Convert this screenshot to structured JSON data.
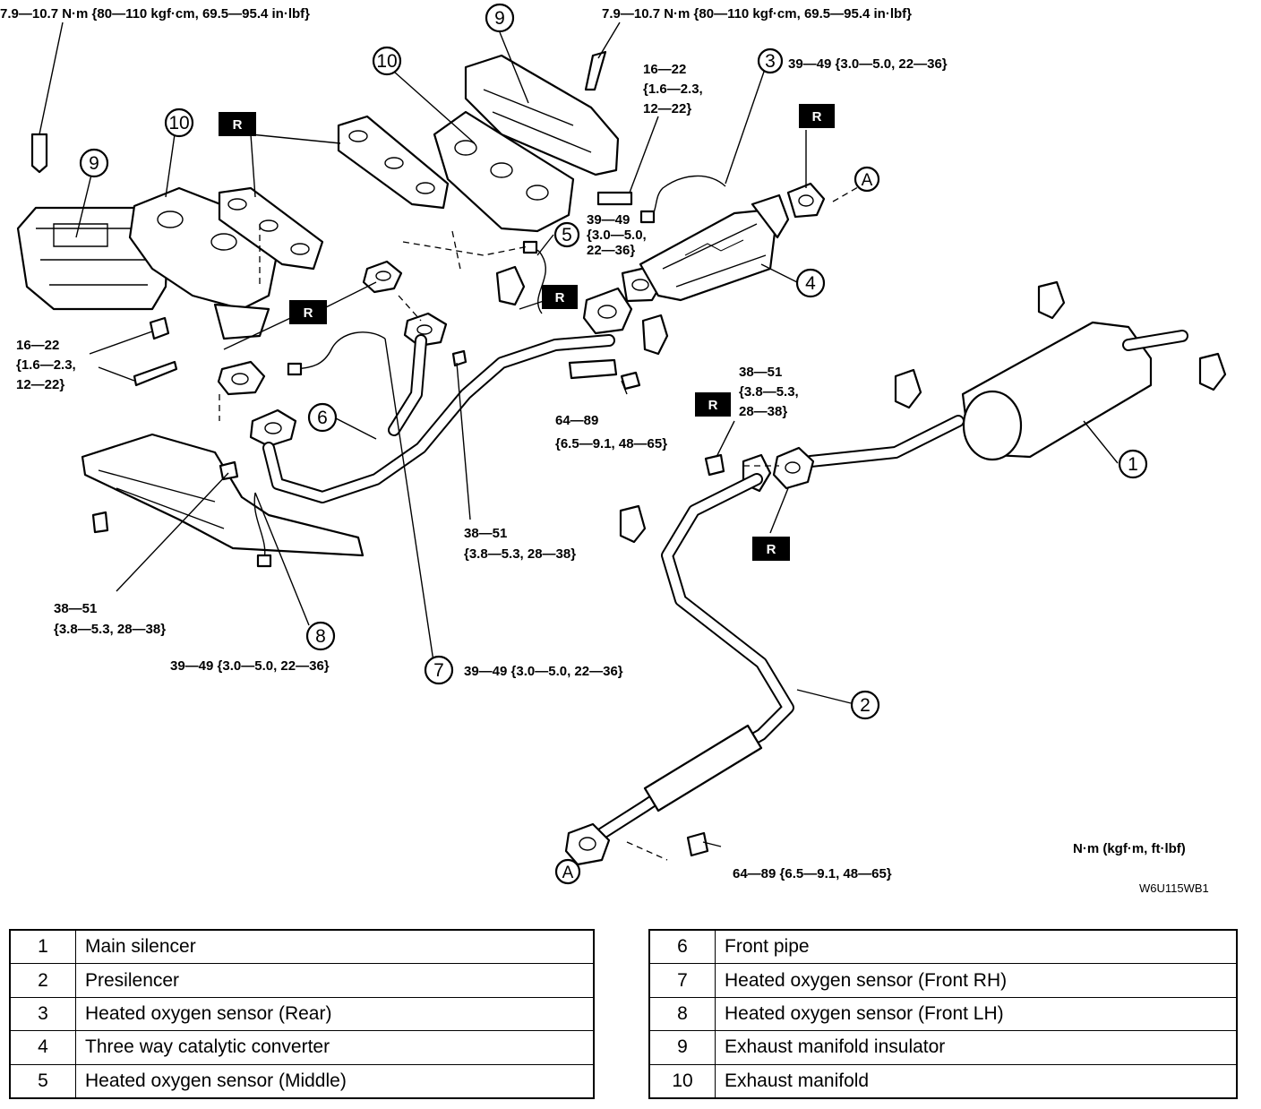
{
  "torque": {
    "top_left": "7.9—10.7 N·m {80—110 kgf·cm, 69.5—95.4 in·lbf}",
    "top_center": "7.9—10.7 N·m {80—110 kgf·cm, 69.5—95.4 in·lbf}",
    "manifold_nut": [
      "16—22",
      "{1.6—2.3,",
      "12—22}"
    ],
    "left_bolt": [
      "16—22",
      "{1.6—2.3,",
      "12—22}"
    ],
    "sensor_rear": "39—49 {3.0—5.0, 22—36}",
    "sensor_middle": [
      "39—49",
      "{3.0—5.0,",
      "22—36}"
    ],
    "presilencer_nut": [
      "38—51",
      "{3.8—5.3,",
      "28—38}"
    ],
    "front_pipe_bolt": [
      "64—89",
      "{6.5—9.1, 48—65}"
    ],
    "front_pipe_nut_center": [
      "38—51",
      "{3.8—5.3, 28—38}"
    ],
    "front_pipe_nut_left": [
      "38—51",
      "{3.8—5.3, 28—38}"
    ],
    "sensor_front_lh": "39—49 {3.0—5.0, 22—36}",
    "sensor_front_rh": "39—49 {3.0—5.0, 22—36}",
    "joint_a_nut": "64—89 {6.5—9.1, 48—65}"
  },
  "callouts": [
    "1",
    "2",
    "3",
    "4",
    "5",
    "6",
    "7",
    "8",
    "9",
    "10"
  ],
  "replace_marker": "R",
  "connection_marker": "A",
  "units": "N·m (kgf·m, ft·lbf)",
  "figure_code": "W6U115WB1",
  "legend_left": [
    {
      "num": "1",
      "name": "Main silencer"
    },
    {
      "num": "2",
      "name": "Presilencer"
    },
    {
      "num": "3",
      "name": "Heated oxygen sensor (Rear)"
    },
    {
      "num": "4",
      "name": "Three way catalytic converter"
    },
    {
      "num": "5",
      "name": "Heated oxygen sensor (Middle)"
    }
  ],
  "legend_right": [
    {
      "num": "6",
      "name": "Front pipe"
    },
    {
      "num": "7",
      "name": "Heated oxygen sensor (Front RH)"
    },
    {
      "num": "8",
      "name": "Heated oxygen sensor (Front LH)"
    },
    {
      "num": "9",
      "name": "Exhaust manifold insulator"
    },
    {
      "num": "10",
      "name": "Exhaust manifold"
    }
  ]
}
